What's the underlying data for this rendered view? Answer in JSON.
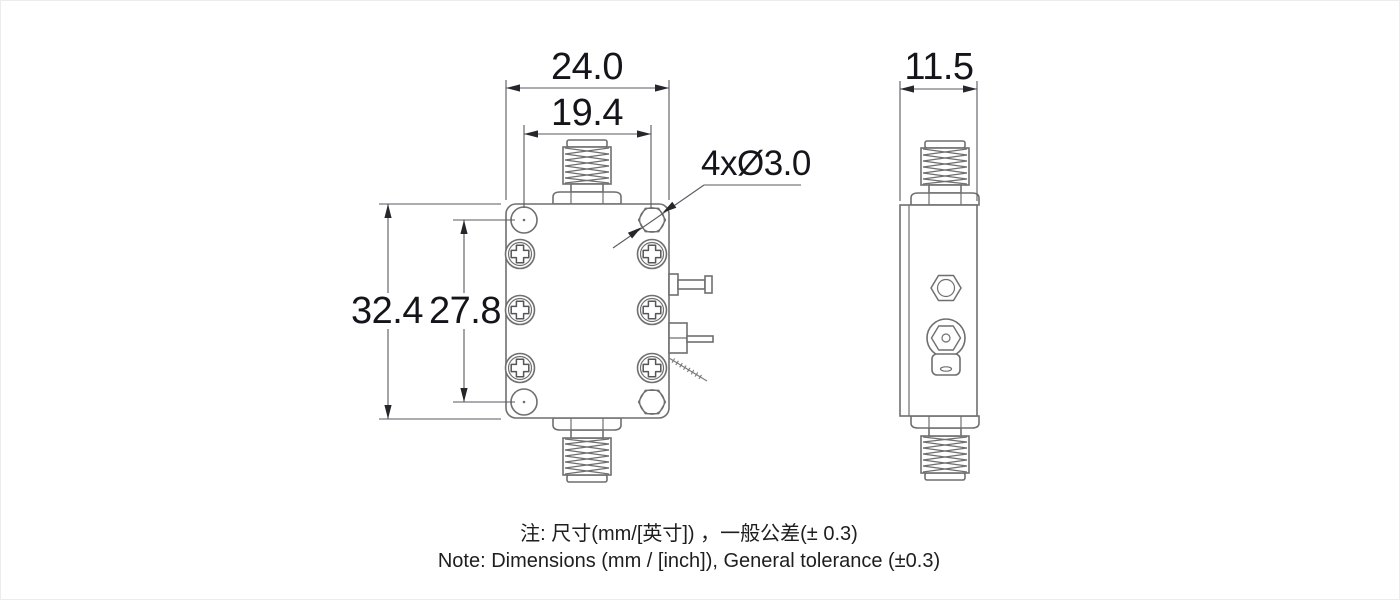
{
  "front_view": {
    "dims": {
      "width_outer": "24.0",
      "width_inner": "19.4",
      "height_outer": "32.4",
      "height_inner": "27.8"
    },
    "callouts": {
      "mounting_holes": "4xØ3.0"
    }
  },
  "side_view": {
    "dims": {
      "depth": "11.5"
    }
  },
  "notes": {
    "zh": "注: 尺寸(mm/[英寸]) ，一般公差(± 0.3)",
    "en": "Note: Dimensions (mm / [inch]), General tolerance (±0.3)"
  },
  "colors": {
    "part_line": "#6f6f6f",
    "dim_line": "#5a5a60",
    "arrow": "#26262b",
    "text": "#14141a",
    "background": "#ffffff"
  }
}
